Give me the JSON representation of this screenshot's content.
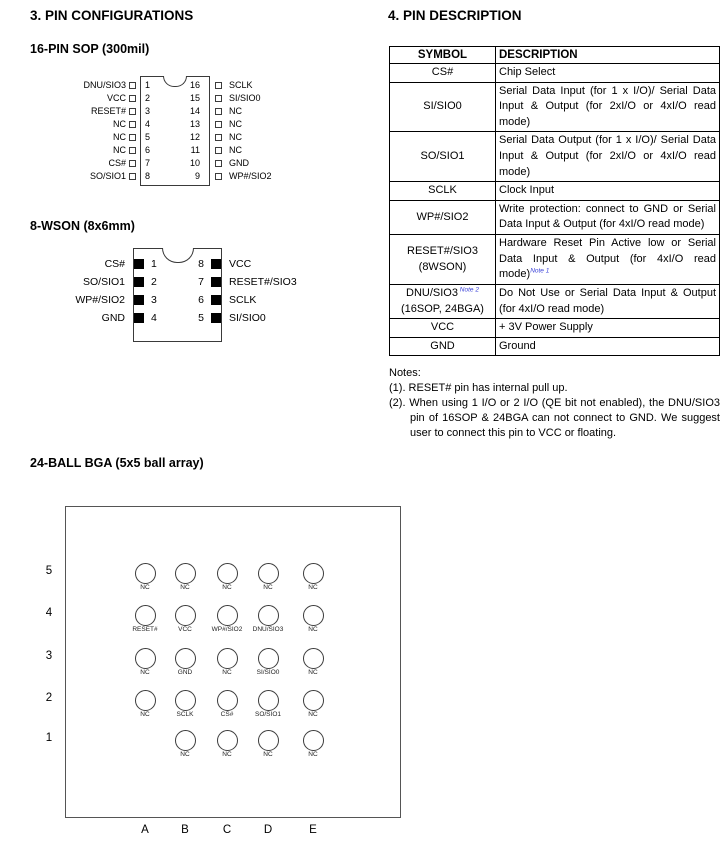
{
  "sections": {
    "pin_config_title": "3. PIN CONFIGURATIONS",
    "pin_desc_title": "4. PIN DESCRIPTION"
  },
  "sop16": {
    "title": "16-PIN SOP (300mil)",
    "left_pins": [
      {
        "num": "1",
        "label": "DNU/SIO3"
      },
      {
        "num": "2",
        "label": "VCC"
      },
      {
        "num": "3",
        "label": "RESET#"
      },
      {
        "num": "4",
        "label": "NC"
      },
      {
        "num": "5",
        "label": "NC"
      },
      {
        "num": "6",
        "label": "NC"
      },
      {
        "num": "7",
        "label": "CS#"
      },
      {
        "num": "8",
        "label": "SO/SIO1"
      }
    ],
    "right_pins": [
      {
        "num": "16",
        "label": "SCLK"
      },
      {
        "num": "15",
        "label": "SI/SIO0"
      },
      {
        "num": "14",
        "label": "NC"
      },
      {
        "num": "13",
        "label": "NC"
      },
      {
        "num": "12",
        "label": "NC"
      },
      {
        "num": "11",
        "label": "NC"
      },
      {
        "num": "10",
        "label": "GND"
      },
      {
        "num": "9",
        "label": "WP#/SIO2"
      }
    ]
  },
  "wson8": {
    "title": "8-WSON (8x6mm)",
    "left_pins": [
      {
        "num": "1",
        "label": "CS#"
      },
      {
        "num": "2",
        "label": "SO/SIO1"
      },
      {
        "num": "3",
        "label": "WP#/SIO2"
      },
      {
        "num": "4",
        "label": "GND"
      }
    ],
    "right_pins": [
      {
        "num": "8",
        "label": "VCC"
      },
      {
        "num": "7",
        "label": "RESET#/SIO3"
      },
      {
        "num": "6",
        "label": "SCLK"
      },
      {
        "num": "5",
        "label": "SI/SIO0"
      }
    ]
  },
  "bga24": {
    "title": "24-BALL BGA (5x5 ball array)",
    "row_labels": [
      "5",
      "4",
      "3",
      "2",
      "1"
    ],
    "col_labels": [
      "A",
      "B",
      "C",
      "D",
      "E"
    ],
    "rows": [
      [
        "NC",
        "NC",
        "NC",
        "NC",
        "NC"
      ],
      [
        "RESET#",
        "VCC",
        "WP#/SIO2",
        "DNU/SIO3",
        "NC"
      ],
      [
        "NC",
        "GND",
        "NC",
        "SI/SIO0",
        "NC"
      ],
      [
        "NC",
        "SCLK",
        "CS#",
        "SO/SIO1",
        "NC"
      ],
      [
        null,
        "NC",
        "NC",
        "NC",
        "NC"
      ]
    ]
  },
  "pin_table": {
    "headers": [
      "SYMBOL",
      "DESCRIPTION"
    ],
    "rows": [
      {
        "symbol": "CS#",
        "description": "Chip Select"
      },
      {
        "symbol": "SI/SIO0",
        "description": "Serial Data Input (for 1 x I/O)/ Serial Data Input & Output (for 2xI/O or 4xI/O read mode)"
      },
      {
        "symbol": "SO/SIO1",
        "description": "Serial Data Output (for 1 x I/O)/ Serial Data Input & Output (for 2xI/O or 4xI/O read mode)"
      },
      {
        "symbol": "SCLK",
        "description": "Clock Input"
      },
      {
        "symbol": "WP#/SIO2",
        "description": "Write protection: connect to GND or Serial Data Input & Output (for 4xI/O read mode)"
      },
      {
        "symbol": "RESET#/SIO3",
        "symbol_line2": "(8WSON)",
        "description": "Hardware Reset Pin Active low or Serial Data Input & Output (for 4xI/O read mode)",
        "description_note": "Note 1"
      },
      {
        "symbol": "DNU/SIO3",
        "symbol_note": "Note 2",
        "symbol_line2": "(16SOP, 24BGA)",
        "description": "Do Not Use or Serial Data Input & Output (for 4xI/O read mode)"
      },
      {
        "symbol": "VCC",
        "description": "+ 3V Power Supply"
      },
      {
        "symbol": "GND",
        "description": "Ground"
      }
    ]
  },
  "notes": {
    "title": "Notes:",
    "items": [
      "(1). RESET# pin has internal pull up.",
      "(2). When using 1 I/O or 2 I/O (QE bit not enabled), the DNU/SIO3 pin of 16SOP & 24BGA can not connect to GND. We suggest user to connect this pin to VCC or floating."
    ]
  },
  "colors": {
    "note_blue": "#3a41d8",
    "text": "#000000",
    "border": "#000000"
  }
}
